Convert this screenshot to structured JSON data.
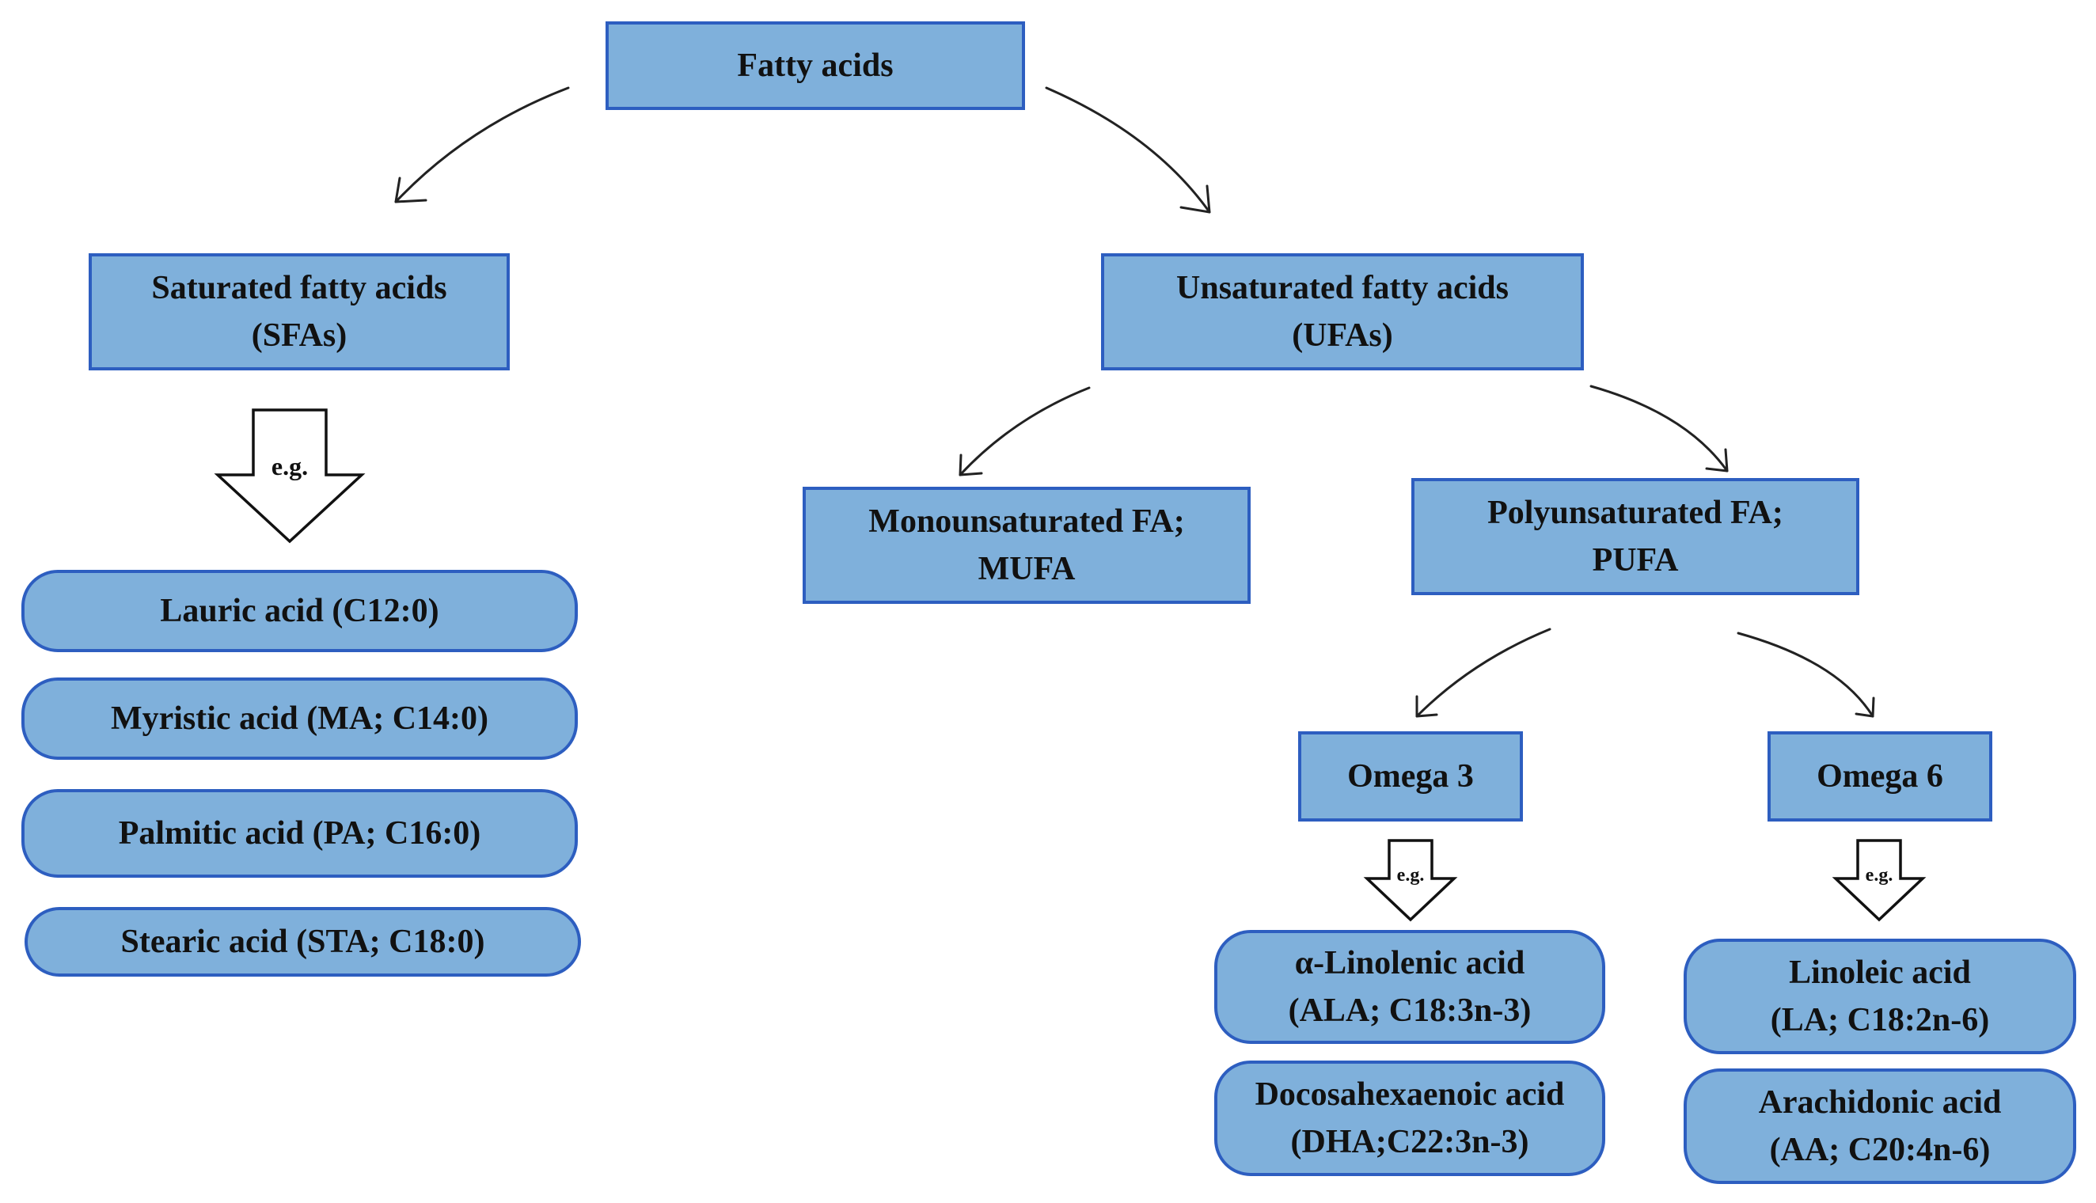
{
  "colors": {
    "box_fill": "#7fb0db",
    "box_border": "#2d5ec0",
    "text": "#111111",
    "connector": "#222222"
  },
  "nodes": {
    "root": {
      "label": "Fatty acids"
    },
    "sfa": {
      "line1": "Saturated fatty acids",
      "line2": "(SFAs)"
    },
    "ufa": {
      "line1": "Unsaturated fatty acids",
      "line2": "(UFAs)"
    },
    "mufa": {
      "line1": "Monounsaturated FA;",
      "line2": "MUFA"
    },
    "pufa": {
      "line1": "Polyunsaturated FA;",
      "line2": "PUFA"
    },
    "omega3": {
      "label": "Omega 3"
    },
    "omega6": {
      "label": "Omega 6"
    }
  },
  "examples": {
    "label": "e.g.",
    "sfa": [
      "Lauric acid (C12:0)",
      "Myristic acid (MA; C14:0)",
      "Palmitic acid (PA; C16:0)",
      "Stearic acid (STA; C18:0)"
    ],
    "omega3": [
      {
        "line1": "α-Linolenic acid",
        "line2": "(ALA; C18:3n-3)"
      },
      {
        "line1": "Docosahexaenoic acid",
        "line2": "(DHA;C22:3n-3)"
      }
    ],
    "omega6": [
      {
        "line1": "Linoleic acid",
        "line2": "(LA; C18:2n-6)"
      },
      {
        "line1": "Arachidonic acid",
        "line2": "(AA; C20:4n-6)"
      }
    ]
  }
}
